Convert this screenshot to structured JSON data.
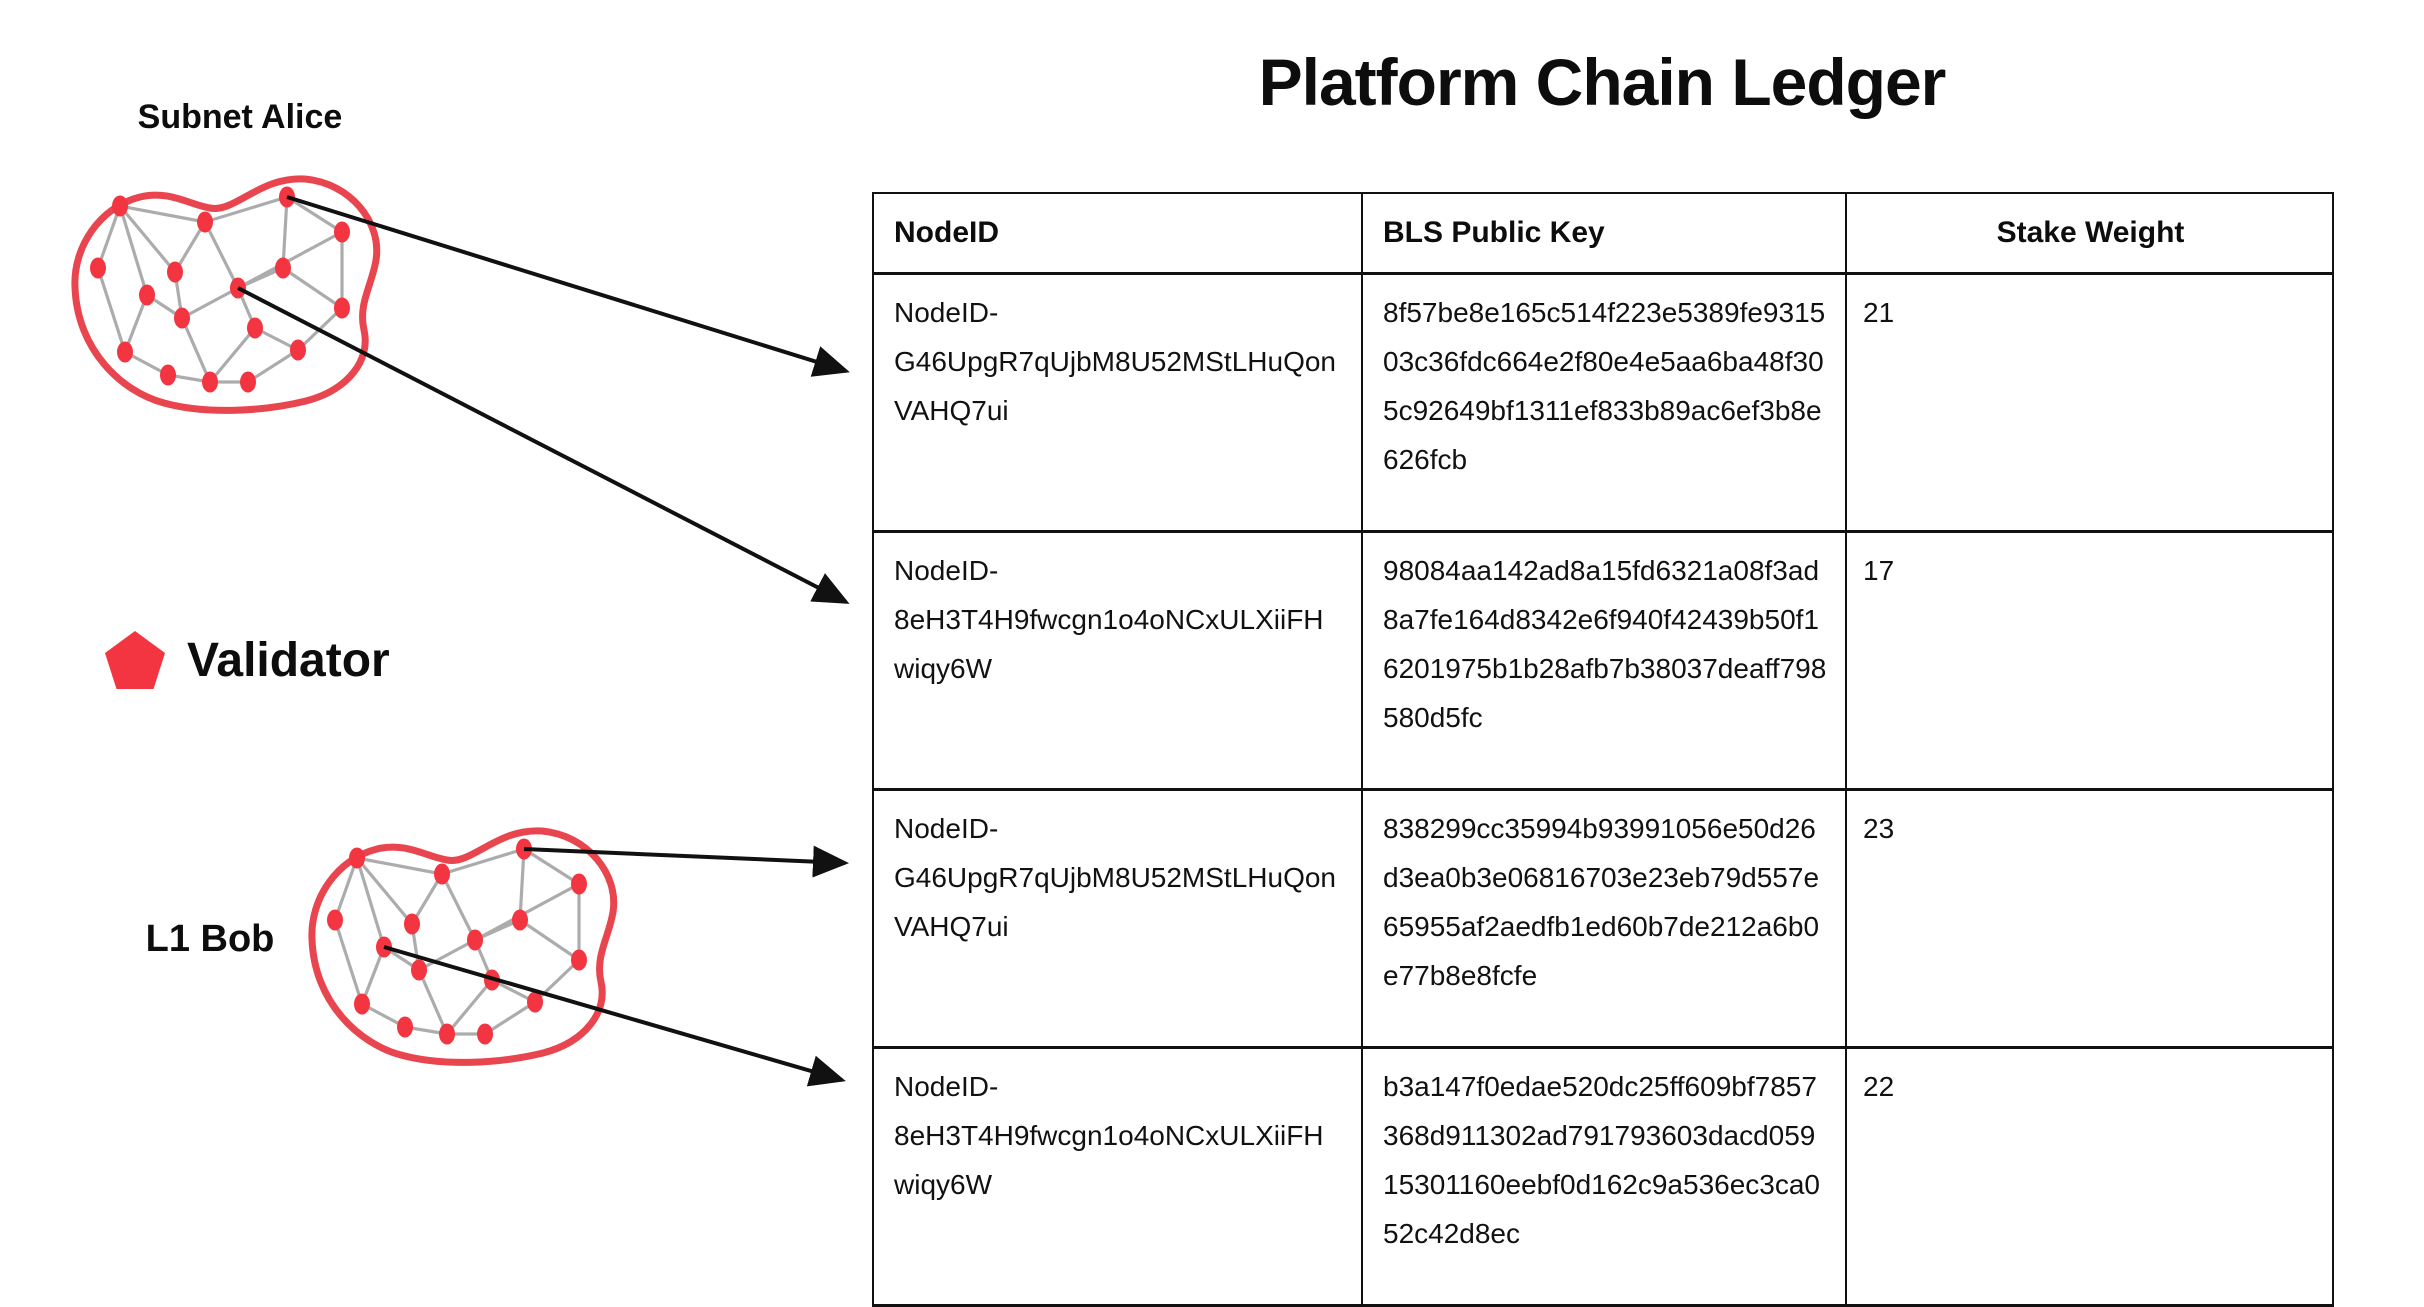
{
  "title": "Platform Chain Ledger",
  "subnets": [
    {
      "name": "Subnet Alice",
      "validator_count": 17
    },
    {
      "name": "L1 Bob",
      "validator_count": 17
    }
  ],
  "legend": {
    "label": "Validator",
    "icon": "pentagon-icon",
    "color": "#F23540"
  },
  "colors": {
    "validator_red": "#F23540",
    "boundary_red": "#E8454F",
    "edge_gray": "#ACACAC",
    "arrow_black": "#111111"
  },
  "arrows": [
    {
      "from_subnet": "Subnet Alice",
      "to_row": 1
    },
    {
      "from_subnet": "Subnet Alice",
      "to_row": 2
    },
    {
      "from_subnet": "L1 Bob",
      "to_row": 3
    },
    {
      "from_subnet": "L1 Bob",
      "to_row": 4
    }
  ],
  "table": {
    "headers": [
      "NodeID",
      "BLS Public Key",
      "Stake Weight"
    ],
    "rows": [
      {
        "node_id": "NodeID-G46UpgR7qUjbM8U52MStLHuQonVAHQ7ui",
        "bls_public_key": "8f57be8e165c514f223e5389fe931503c36fdc664e2f80e4e5aa6ba48f305c92649bf1311ef833b89ac6ef3b8e626fcb",
        "stake_weight": "21"
      },
      {
        "node_id": "NodeID-8eH3T4H9fwcgn1o4oNCxULXiiFHwiqy6W",
        "bls_public_key": "98084aa142ad8a15fd6321a08f3ad8a7fe164d8342e6f940f42439b50f16201975b1b28afb7b38037deaff798580d5fc",
        "stake_weight": "17"
      },
      {
        "node_id": "NodeID-G46UpgR7qUjbM8U52MStLHuQonVAHQ7ui",
        "bls_public_key": "838299cc35994b93991056e50d26d3ea0b3e06816703e23eb79d557e65955af2aedfb1ed60b7de212a6b0e77b8e8fcfe",
        "stake_weight": "23"
      },
      {
        "node_id": "NodeID-8eH3T4H9fwcgn1o4oNCxULXiiFHwiqy6W",
        "bls_public_key": "b3a147f0edae520dc25ff609bf7857368d911302ad791793603dacd05915301160eebf0d162c9a536ec3ca052c42d8ec",
        "stake_weight": "22"
      }
    ]
  }
}
